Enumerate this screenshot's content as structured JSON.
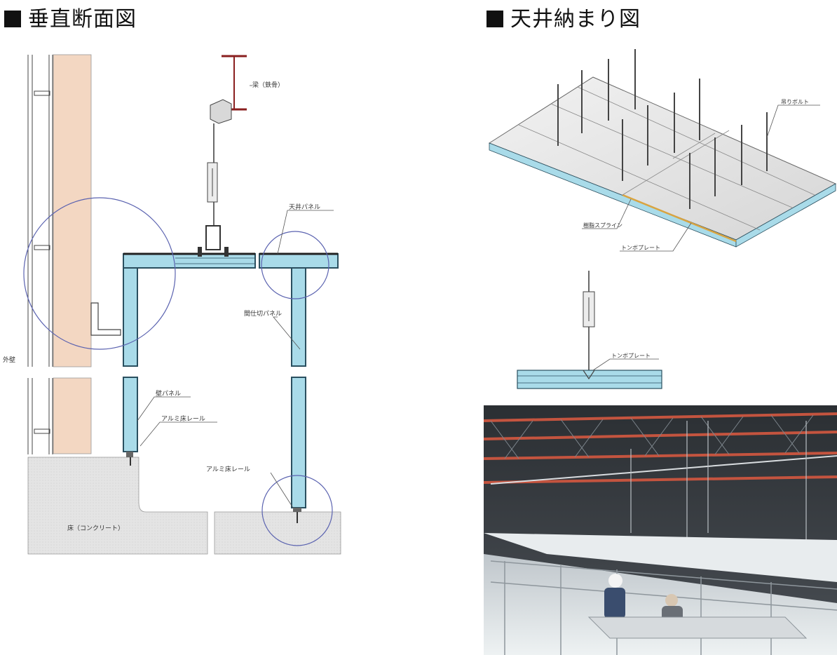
{
  "titles": {
    "left": "垂直断面図",
    "right": "天井納まり図"
  },
  "section": {
    "beam_label": "梁（鉄骨）",
    "ceiling_panel_label": "天井パネル",
    "partition_panel_label": "間仕切パネル",
    "wall_panel_label": "壁パネル",
    "rail_label_1": "アルミ床レール",
    "rail_label_2": "アルミ床レール",
    "exterior_wall_label": "外壁",
    "floor_label": "床（コンクリート）"
  },
  "ceiling": {
    "bolt_label": "吊りボルト",
    "spline_label": "樹脂スプライン",
    "plate_label_top": "トンボプレート",
    "plate_label_detail": "トンボプレート"
  },
  "colors": {
    "panel": "#a9dbe9",
    "panel_edge": "#2a4f5f",
    "wood": "#f3d7c2",
    "floor": "#e6e6e6",
    "circle": "#5b63b0",
    "spline": "#d9a441"
  }
}
